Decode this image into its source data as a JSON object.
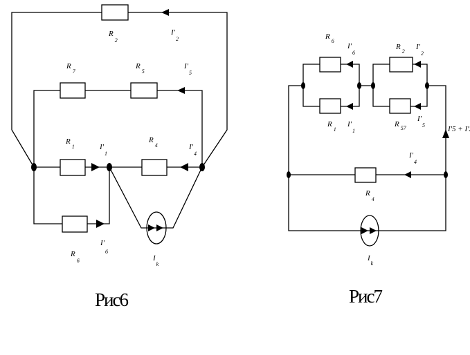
{
  "figure6": {
    "caption": "Рис6",
    "labels": {
      "R2": {
        "main": "R",
        "sub": "2"
      },
      "I2": {
        "main": "I'",
        "sub": "2"
      },
      "R7": {
        "main": "R",
        "sub": "7"
      },
      "R5": {
        "main": "R",
        "sub": "5"
      },
      "I5": {
        "main": "I'",
        "sub": "5"
      },
      "R1": {
        "main": "R",
        "sub": "1"
      },
      "I1": {
        "main": "I'",
        "sub": "1"
      },
      "R4": {
        "main": "R",
        "sub": "4"
      },
      "I4": {
        "main": "I'",
        "sub": "4"
      },
      "R6": {
        "main": "R",
        "sub": "6"
      },
      "I6": {
        "main": "I'",
        "sub": "6"
      },
      "Ik": {
        "main": "I",
        "sub": "k"
      }
    }
  },
  "figure7": {
    "caption": "Рис7",
    "labels": {
      "R6": {
        "main": "R",
        "sub": "6"
      },
      "I6": {
        "main": "I'",
        "sub": "6"
      },
      "R2": {
        "main": "R",
        "sub": "2"
      },
      "I2": {
        "main": "I'",
        "sub": "2"
      },
      "R1": {
        "main": "R",
        "sub": "1"
      },
      "I1": {
        "main": "I'",
        "sub": "1"
      },
      "R57": {
        "main": "R",
        "sub": "57"
      },
      "I5": {
        "main": "I'",
        "sub": "5"
      },
      "I52": {
        "main": "I'5 + I'2",
        "sub": ""
      },
      "I4": {
        "main": "I'",
        "sub": "4"
      },
      "R4": {
        "main": "R",
        "sub": "4"
      },
      "Ik": {
        "main": "I",
        "sub": "k"
      }
    }
  }
}
